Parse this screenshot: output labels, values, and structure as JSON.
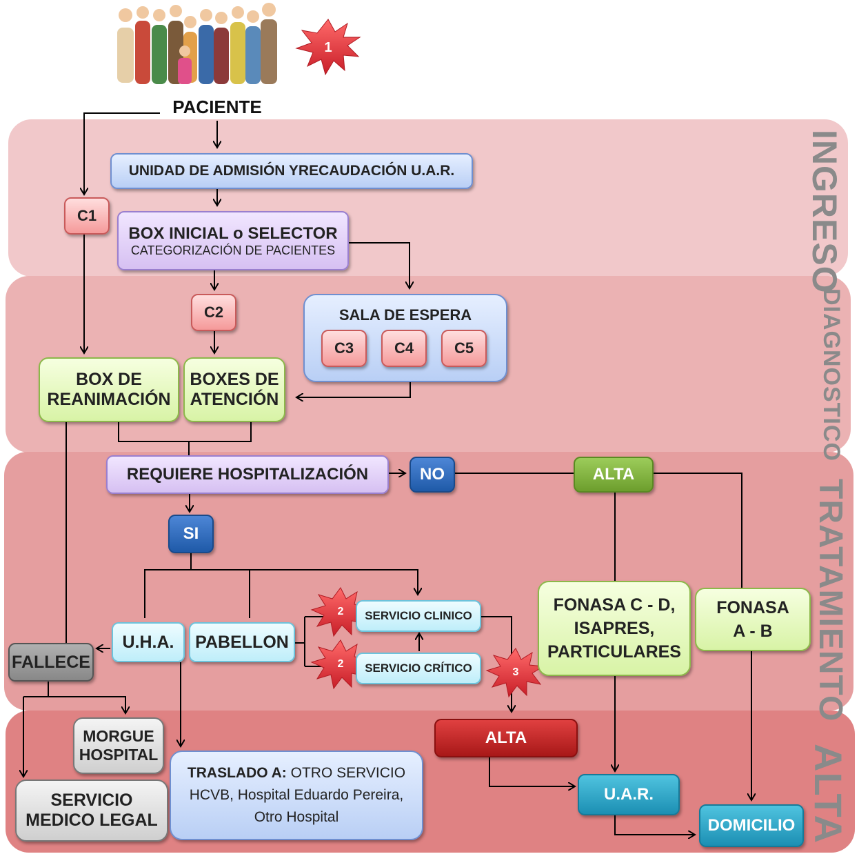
{
  "bands": {
    "ingreso": "INGRESO",
    "diagnostico": "DIAGNOSTICO",
    "tratamiento": "TRATAMIENTO",
    "alta": "ALTA"
  },
  "nodes": {
    "paciente": "PACIENTE",
    "uar_unit": "UNIDAD DE ADMISIÓN YRECAUDACIÓN U.A.R.",
    "c1": "C1",
    "box_inicial_title": "BOX INICIAL o SELECTOR",
    "box_inicial_sub": "CATEGORIZACIÓN DE PACIENTES",
    "c2": "C2",
    "sala_espera": "SALA DE ESPERA",
    "c3": "C3",
    "c4": "C4",
    "c5": "C5",
    "box_reanimacion_1": "BOX DE",
    "box_reanimacion_2": "REANIMACIÓN",
    "boxes_atencion_1": "BOXES DE",
    "boxes_atencion_2": "ATENCIÓN",
    "requiere": "REQUIERE HOSPITALIZACIÓN",
    "no": "NO",
    "alta_top": "ALTA",
    "si": "SI",
    "uha": "U.H.A.",
    "pabellon": "PABELLON",
    "servicio_clinico": "SERVICIO CLINICO",
    "servicio_critico": "SERVICIO CRÍTICO",
    "fonasa_cd_1": "FONASA C - D,",
    "fonasa_cd_2": "ISAPRES,",
    "fonasa_cd_3": "PARTICULARES",
    "fonasa_ab_1": "FONASA",
    "fonasa_ab_2": "A - B",
    "fallece": "FALLECE",
    "morgue_1": "MORGUE",
    "morgue_2": "HOSPITAL",
    "sml_1": "SERVICIO",
    "sml_2": "MEDICO LEGAL",
    "traslado_bold": "TRASLADO A:",
    "traslado_rest": " OTRO SERVICIO",
    "traslado_2": "HCVB, Hospital Eduardo Pereira,",
    "traslado_3": "Otro Hospital",
    "alta_bottom": "ALTA",
    "uar_short": "U.A.R.",
    "domicilio": "DOMICILIO"
  },
  "markers": {
    "m1": "1",
    "m2a": "2",
    "m2b": "2",
    "m3": "3"
  },
  "colors": {
    "band_ingreso": "#f1c8ca",
    "band_diagnostico": "#ebb2b3",
    "band_tratamiento": "#e59e9f",
    "band_alta": "#df8283",
    "starburst": "#e8323a"
  }
}
